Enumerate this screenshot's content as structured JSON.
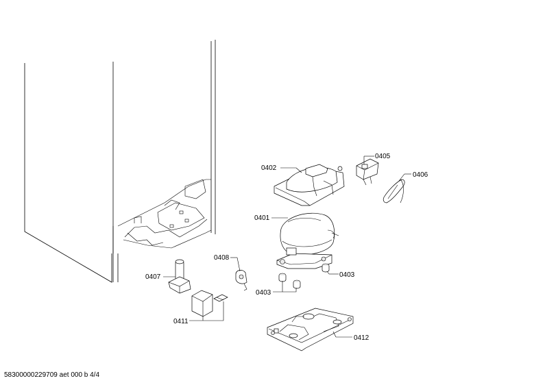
{
  "labels": {
    "p0401": "0401",
    "p0402": "0402",
    "p0403a": "0403",
    "p0403b": "0403",
    "p0405": "0405",
    "p0406": "0406",
    "p0407": "0407",
    "p0408": "0408",
    "p0411": "0411",
    "p0412": "0412"
  },
  "footer": {
    "doc_id": "58300000229709 aet 000 b 4/4"
  }
}
